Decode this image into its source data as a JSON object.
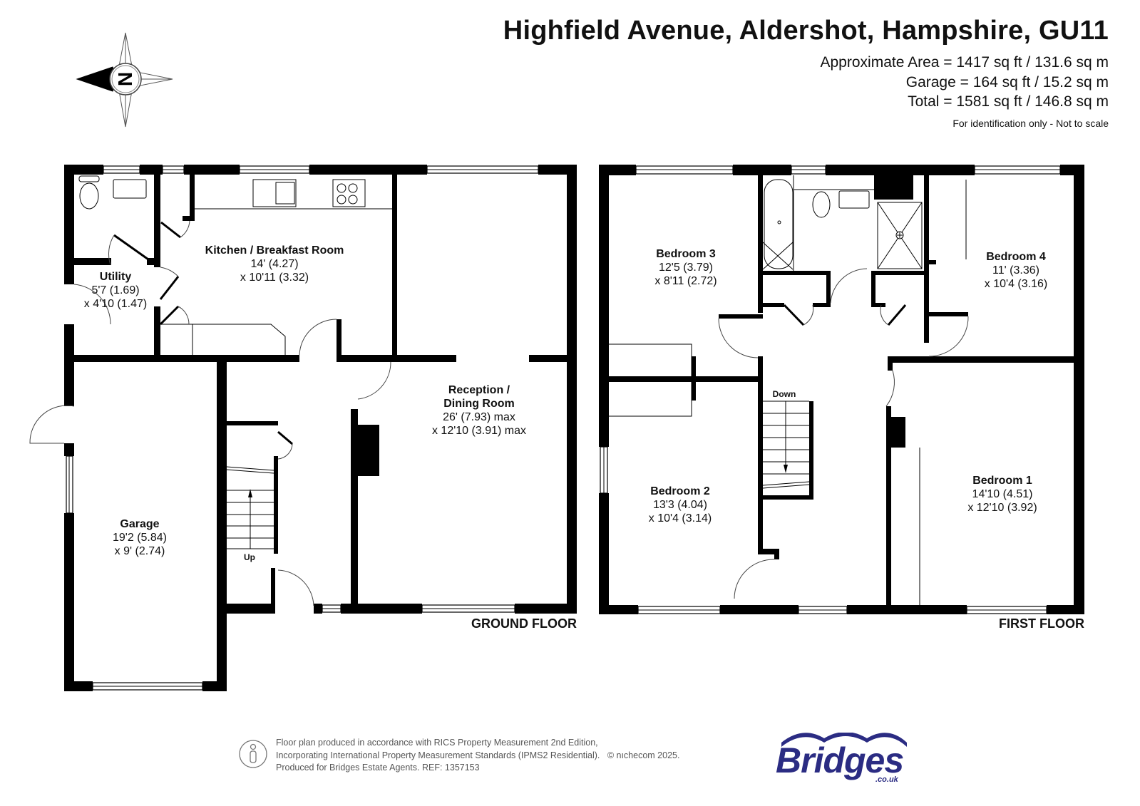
{
  "header": {
    "title": "Highfield Avenue, Aldershot, Hampshire, GU11",
    "approximate_area": "Approximate Area = 1417 sq ft / 131.6 sq m",
    "garage_area": "Garage = 164 sq ft / 15.2 sq m",
    "total_area": "Total = 1581 sq ft / 146.8 sq m",
    "disclaimer": "For identification only - Not to scale"
  },
  "compass": {
    "label": "N",
    "icon": "compass-rose-icon"
  },
  "ground_floor": {
    "label": "GROUND FLOOR",
    "stair_label": "Up",
    "rooms": {
      "kitchen": {
        "name": "Kitchen / Breakfast Room",
        "dim1": "14' (4.27)",
        "dim2": "x 10'11 (3.32)"
      },
      "utility": {
        "name": "Utility",
        "dim1": "5'7 (1.69)",
        "dim2": "x 4'10 (1.47)"
      },
      "reception": {
        "name_line1": "Reception /",
        "name_line2": "Dining Room",
        "dim1": "26' (7.93) max",
        "dim2": "x 12'10 (3.91) max"
      },
      "garage": {
        "name": "Garage",
        "dim1": "19'2 (5.84)",
        "dim2": "x 9' (2.74)"
      }
    }
  },
  "first_floor": {
    "label": "FIRST FLOOR",
    "stair_label": "Down",
    "rooms": {
      "bedroom1": {
        "name": "Bedroom 1",
        "dim1": "14'10 (4.51)",
        "dim2": "x 12'10 (3.92)"
      },
      "bedroom2": {
        "name": "Bedroom 2",
        "dim1": "13'3 (4.04)",
        "dim2": "x 10'4 (3.14)"
      },
      "bedroom3": {
        "name": "Bedroom 3",
        "dim1": "12'5 (3.79)",
        "dim2": "x 8'11 (2.72)"
      },
      "bedroom4": {
        "name": "Bedroom 4",
        "dim1": "11' (3.36)",
        "dim2": "x 10'4 (3.16)"
      }
    }
  },
  "footer": {
    "line1": "Floor plan produced in accordance with RICS Property Measurement 2nd Edition,",
    "line2": "Incorporating International Property Measurement Standards (IPMS2 Residential).",
    "copyright": "© nıchecom 2025.",
    "line3": "Produced for Bridges Estate Agents.    REF: 1357153",
    "icon": "person-info-icon"
  },
  "logo": {
    "word": "Bridges",
    "sub": ".co.uk",
    "color": "#2b2c83"
  }
}
